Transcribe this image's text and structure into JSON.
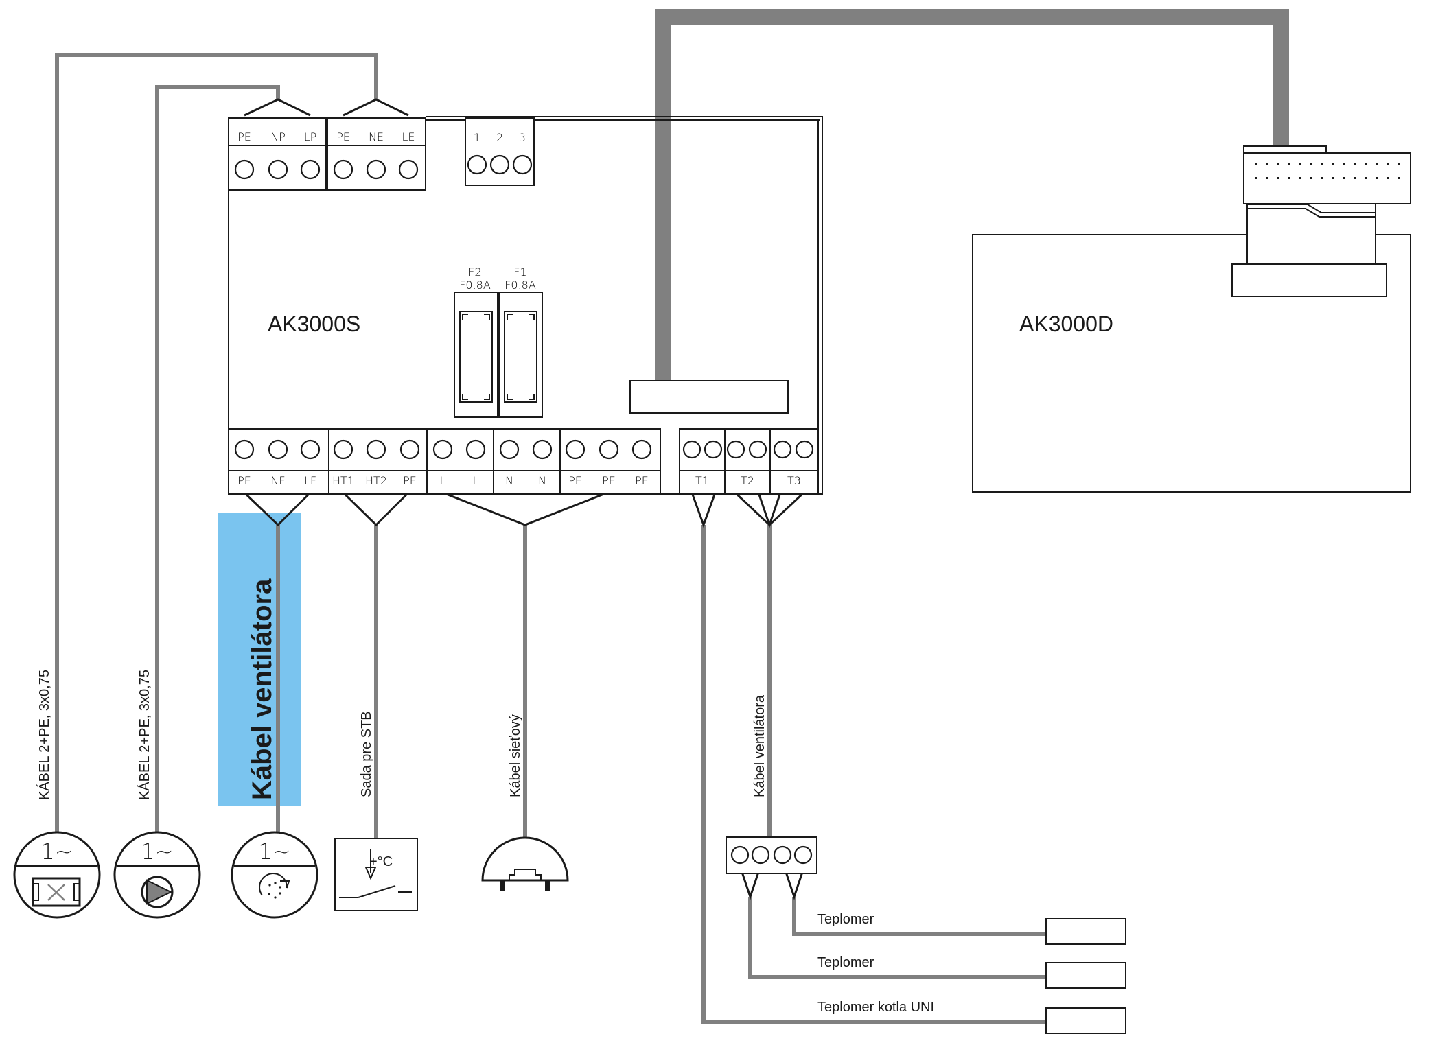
{
  "devices": {
    "main_unit": "AK3000S",
    "display_unit": "AK3000D"
  },
  "top_terminals": {
    "left": [
      "PE",
      "NP",
      "LP"
    ],
    "middle": [
      "PE",
      "NE",
      "LE"
    ],
    "small": [
      "1",
      "2",
      "3"
    ]
  },
  "fuses": [
    {
      "name": "F2",
      "rating": "F0.8A"
    },
    {
      "name": "F1",
      "rating": "F0.8A"
    }
  ],
  "bottom_terminals": [
    "PE",
    "NF",
    "LF",
    "HT1",
    "HT2",
    "PE",
    "L",
    "L",
    "N",
    "N",
    "PE",
    "PE",
    "PE"
  ],
  "sensor_terminals": [
    "T1",
    "T2",
    "T3"
  ],
  "cables": {
    "cable_1": "KÁBEL 2+PE, 3x0,75",
    "cable_2": "KÁBEL 2+PE, 3x0,75",
    "fan_cable_highlight": "Kábel ventilátora",
    "stb": "Sada pre STB",
    "mains": "Kábel sieťový",
    "sensor_cable": "Kábel ventilátora"
  },
  "motor_symbol": "1~",
  "thermostat_label": "+°C",
  "sensors": [
    "Teplomer",
    "Teplomer",
    "Teplomer kotla UNI"
  ],
  "colors": {
    "wire": "#808080",
    "highlight": "#7ac4ef",
    "outline": "#1a1a1a"
  }
}
